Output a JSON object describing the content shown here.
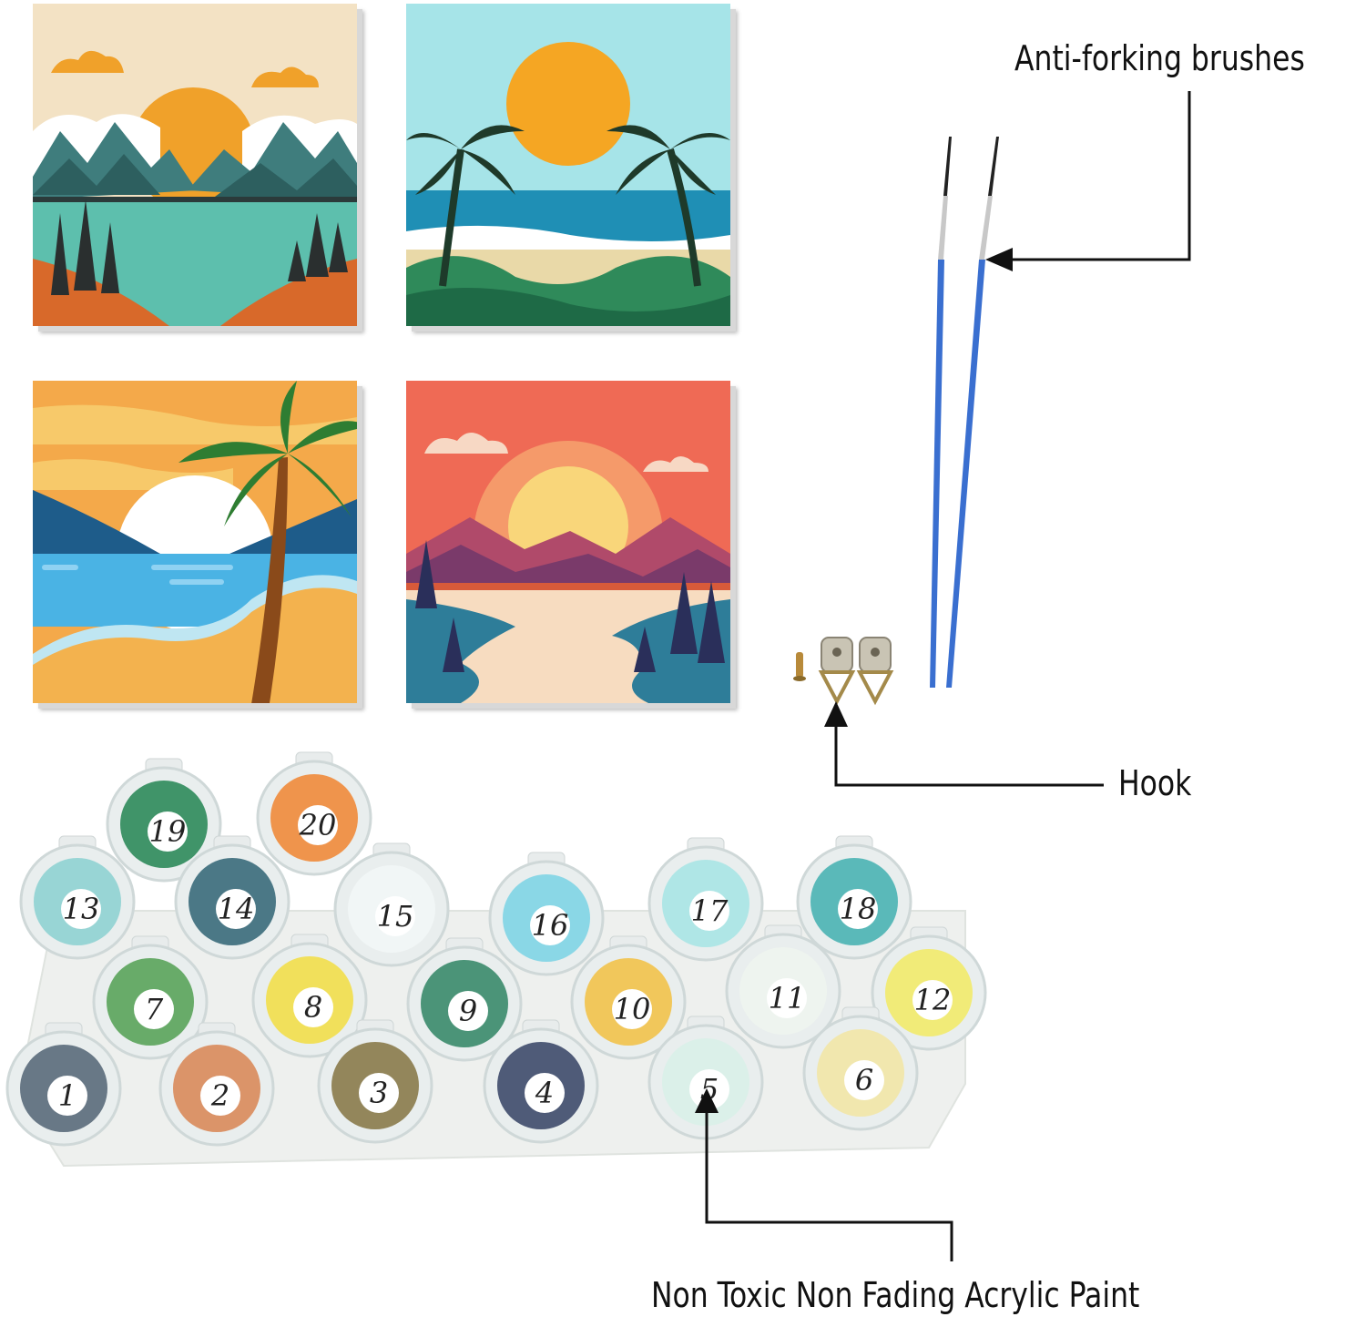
{
  "labels": {
    "brushes": "Anti-forking brushes",
    "hook": "Hook",
    "paint": "Non Toxic Non Fading Acrylic Paint"
  },
  "paints": [
    {
      "num": "1",
      "color": "#5a6a7a"
    },
    {
      "num": "2",
      "color": "#d98a5a"
    },
    {
      "num": "3",
      "color": "#8a7a4a"
    },
    {
      "num": "4",
      "color": "#3e4a6a"
    },
    {
      "num": "5",
      "color": "#d9efe8"
    },
    {
      "num": "6",
      "color": "#f2e6a6"
    },
    {
      "num": "7",
      "color": "#5aa35a"
    },
    {
      "num": "8",
      "color": "#f2de4a"
    },
    {
      "num": "9",
      "color": "#3a8a6a"
    },
    {
      "num": "10",
      "color": "#f2c24a"
    },
    {
      "num": "11",
      "color": "#eef4ee"
    },
    {
      "num": "12",
      "color": "#f2ea6a"
    },
    {
      "num": "13",
      "color": "#8fd2d2"
    },
    {
      "num": "14",
      "color": "#3a6a7a"
    },
    {
      "num": "15",
      "color": "#f2f6f6"
    },
    {
      "num": "16",
      "color": "#7fd4e4"
    },
    {
      "num": "17",
      "color": "#a9e4e4"
    },
    {
      "num": "18",
      "color": "#4ab2b2"
    },
    {
      "num": "19",
      "color": "#2e8a5a"
    },
    {
      "num": "20",
      "color": "#ef8a3a"
    }
  ]
}
